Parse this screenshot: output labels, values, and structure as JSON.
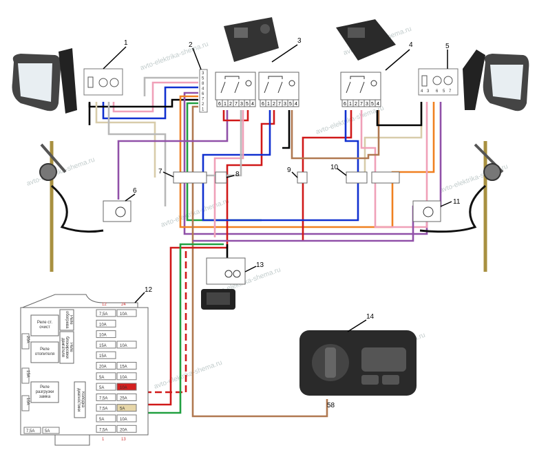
{
  "watermark": "avto-elektrika-shema.ru",
  "callouts": [
    "1",
    "2",
    "3",
    "4",
    "5",
    "6",
    "7",
    "8",
    "9",
    "10",
    "11",
    "12",
    "13",
    "14"
  ],
  "connector2_pins": [
    "3",
    "5",
    "8",
    "4",
    "6",
    "7",
    "2",
    "1"
  ],
  "switch_pins": [
    "6",
    "1",
    "2",
    "7",
    "3",
    "5",
    "4"
  ],
  "mirror_right_pins": [
    "4",
    "3",
    "6",
    "5",
    "7"
  ],
  "wire_tag_58": "58",
  "fuse_box": {
    "col_left_header_top": "12",
    "col_left_header_bottom": "1",
    "col_right_header_top": "24",
    "col_right_header_bottom": "13",
    "col_left": [
      "7,5A",
      "10A",
      "10A",
      "15A",
      "15A",
      "20A",
      "5A",
      "5A",
      "7,5A",
      "7,5A",
      "5A",
      "7,5A"
    ],
    "col_right": [
      "10A",
      "",
      "",
      "10A",
      "",
      "15A",
      "10A",
      "10A",
      "25A",
      "5A",
      "10A",
      "20A"
    ],
    "side_fuses": [
      "20A",
      "15A",
      "10A"
    ],
    "bottom_fuses": [
      "7,5A",
      "5A"
    ],
    "relays": [
      "Реле ст. очист",
      "Реле отопителя",
      "Реле разгрузки замка",
      "Реле обогрева",
      "Реле блокировки двигателя"
    ],
    "diag_connector": "Колодка диагностики",
    "highlight_colors": {
      "red_fuse": "#d42020",
      "tan_fuse": "#e6d6a8"
    }
  },
  "wire_colors": {
    "black": "#000000",
    "blue": "#1030d0",
    "red": "#d01818",
    "pink": "#f0a0b8",
    "grey": "#b8b8b8",
    "violet": "#9050a8",
    "orange": "#f08020",
    "brown": "#b07850",
    "green": "#20a040",
    "beige": "#d8ccaa"
  }
}
